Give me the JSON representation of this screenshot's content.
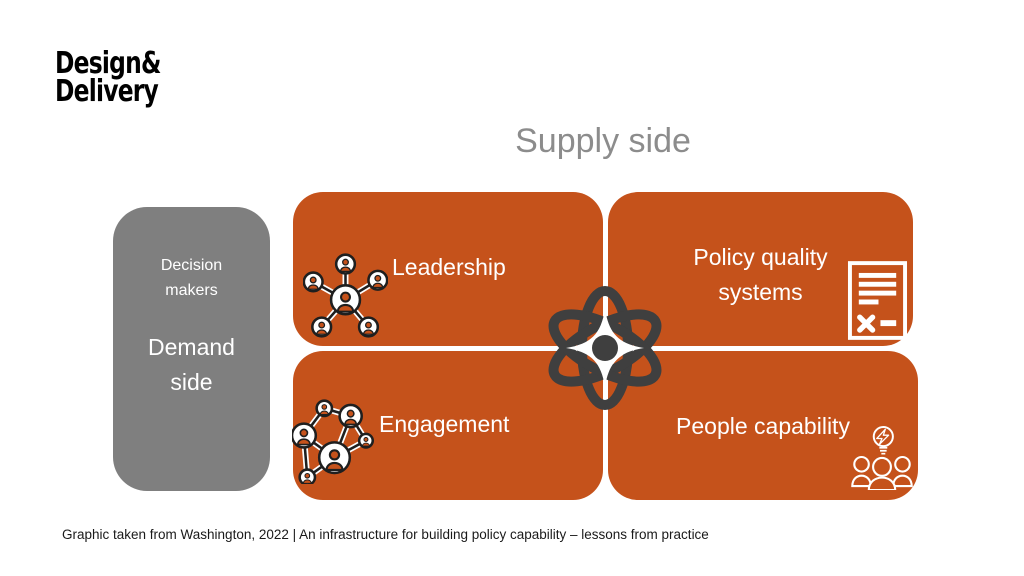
{
  "slide": {
    "logo": {
      "line1": "Design&",
      "line2": "Delivery"
    },
    "supply_title": "Supply side",
    "demand_box": {
      "top_label": "Decision makers",
      "main_label": "Demand side"
    },
    "boxes": {
      "leadership": {
        "label": "Leadership",
        "icon": "org-network-icon"
      },
      "policy": {
        "label": "Policy quality systems",
        "icon": "policy-document-icon"
      },
      "engagement": {
        "label": "Engagement",
        "icon": "people-network-icon"
      },
      "people": {
        "label": "People capability",
        "icon": "team-lightbulb-icon"
      }
    },
    "center_icon": "atom-icon",
    "caption": "Graphic taken from Washington, 2022 | An infrastructure for building policy capability – lessons from practice"
  },
  "colors": {
    "orange": "#C5521B",
    "gray_box": "#7F7F7F",
    "heading_gray": "#8C8C8C",
    "atom": "#3F3F3F",
    "icon_outline": "#1F1F1F",
    "background": "#FFFFFF",
    "text_white": "#FFFFFF",
    "caption_text": "#1A1A1A"
  }
}
